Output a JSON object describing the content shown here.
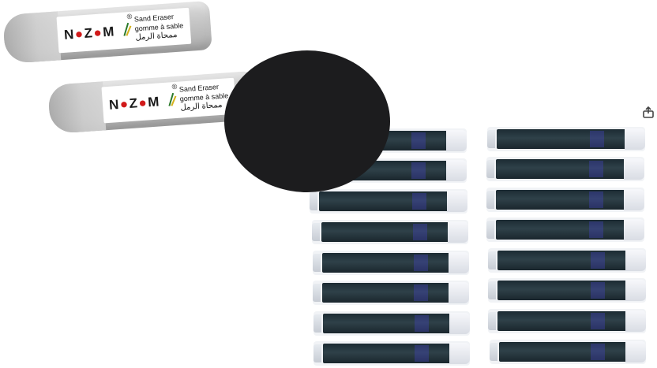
{
  "eraser": {
    "brand": "NOZOM",
    "registered": "®",
    "line1": "Sand Eraser",
    "line2": "gomme à sable",
    "line3": "ممحاة الرمل"
  },
  "icons": {
    "share": "share-icon"
  },
  "colors": {
    "circle": "#1c1c1e",
    "logo_red": "#d11a1a",
    "ink": "#2f4149"
  },
  "cartridges": {
    "left_count": 8,
    "right_count": 8
  }
}
